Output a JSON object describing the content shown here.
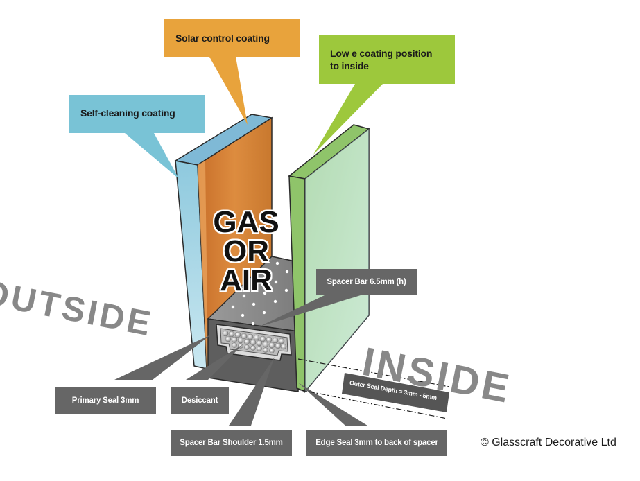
{
  "callouts": {
    "self_cleaning": "Self-cleaning coating",
    "solar_control": "Solar control coating",
    "low_e": "Low e coating position to inside"
  },
  "cavity_text": "GAS OR AIR",
  "cavity_lines": [
    "GAS",
    "OR",
    "AIR"
  ],
  "sides": {
    "outside": "OUTSIDE",
    "inside": "INSIDE"
  },
  "labels": {
    "spacer_bar": "Spacer Bar 6.5mm (h)",
    "primary_seal": "Primary Seal 3mm",
    "desiccant": "Desiccant",
    "spacer_shoulder": "Spacer Bar Shoulder 1.5mm",
    "edge_seal": "Edge Seal 3mm to back of spacer",
    "outer_seal_depth": "Outer Seal Depth = 3mm - 5mm"
  },
  "copyright": "© Glasscraft Decorative Ltd",
  "colors": {
    "self_cleaning": "#79c3d6",
    "solar_control": "#e8a33c",
    "low_e": "#9dc83c",
    "orange_glass": "#d8843a",
    "green_glass": "#bfe2a6",
    "spacer": "#8a8a8a",
    "label_box": "#666666",
    "big_text": "#888888"
  }
}
